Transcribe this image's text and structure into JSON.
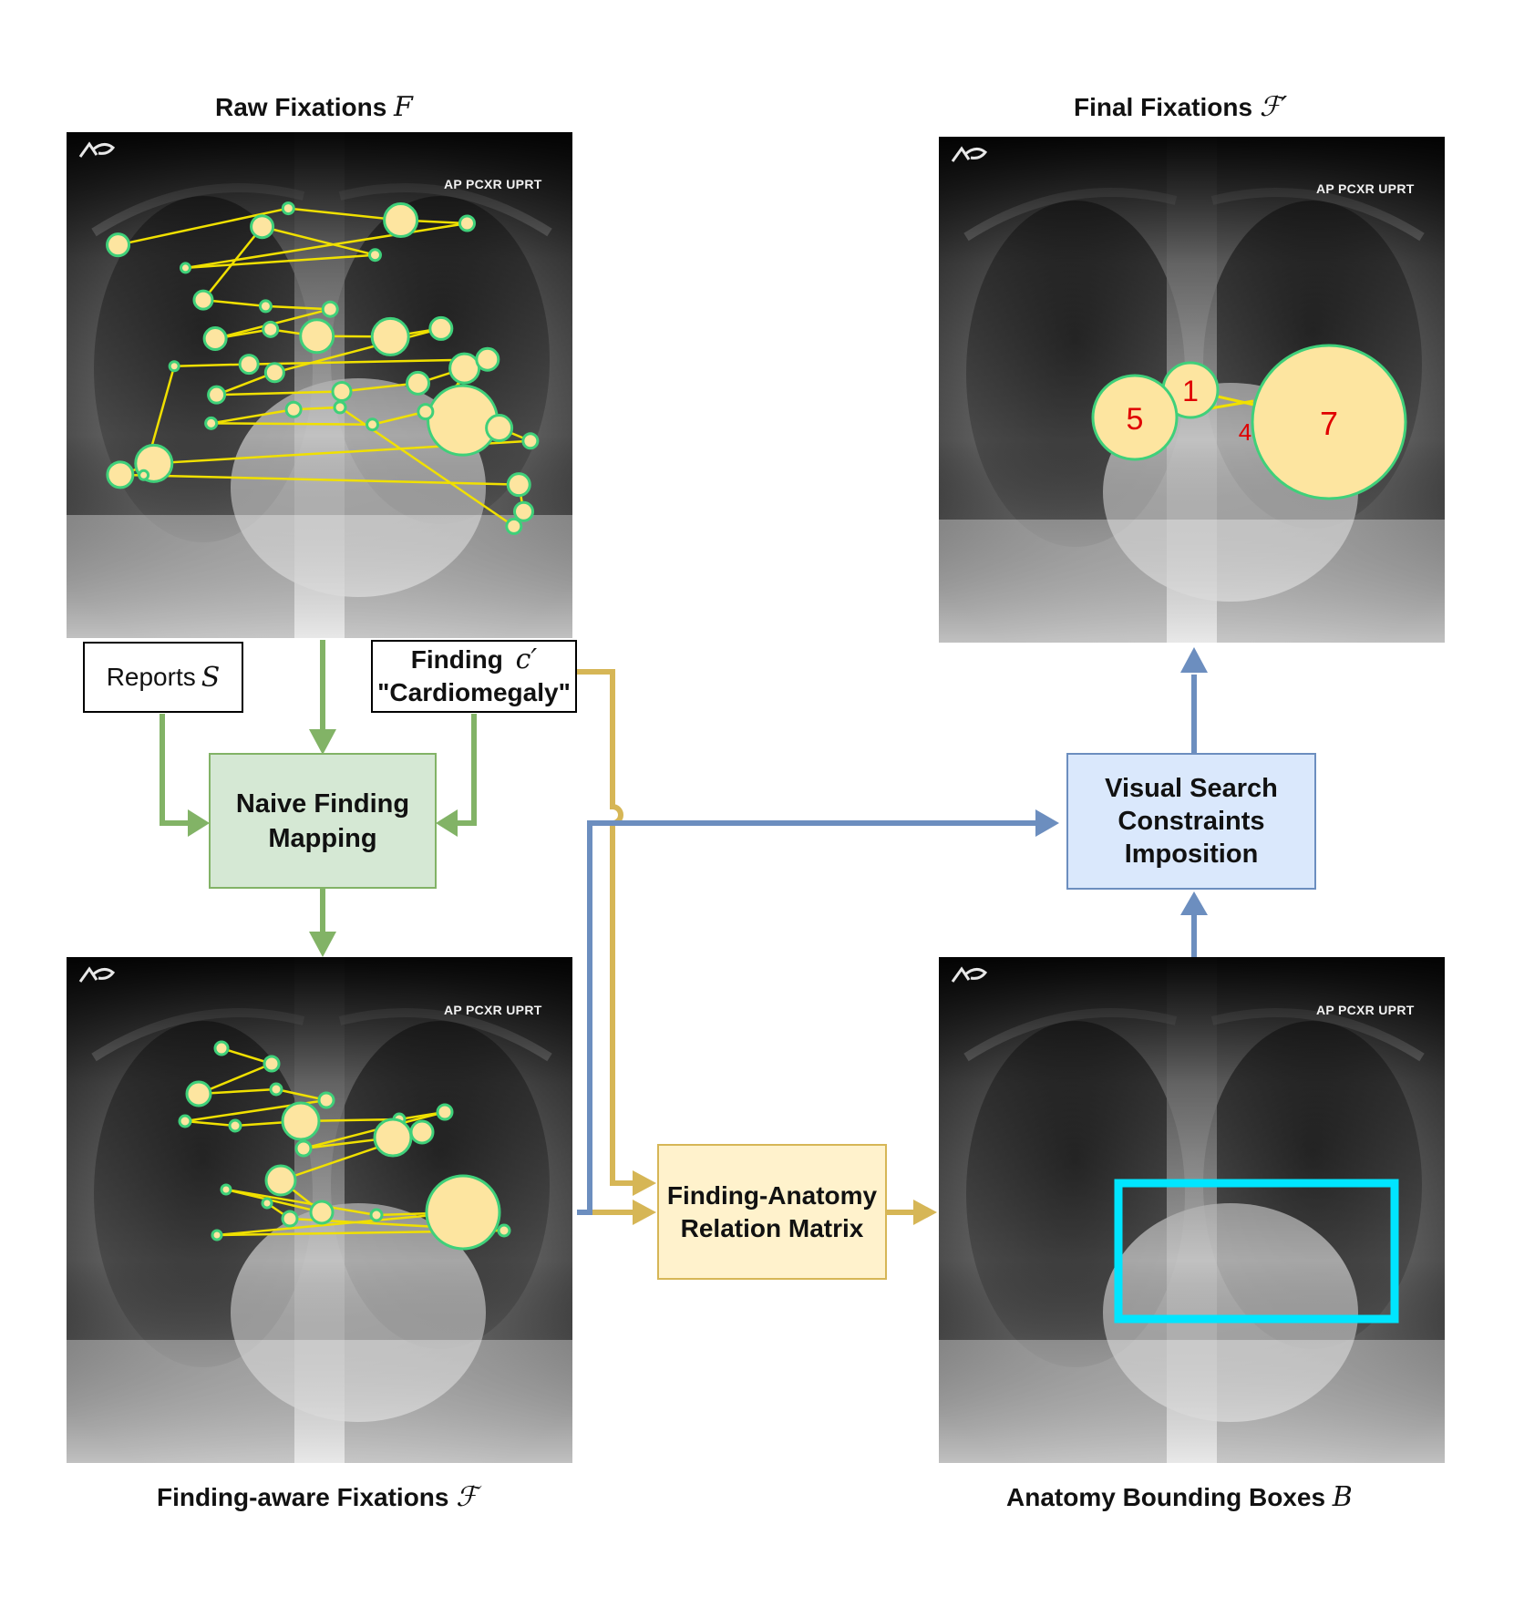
{
  "titles": {
    "raw": {
      "text": "Raw Fixations ",
      "symbol": "F"
    },
    "final": {
      "text": "Final Fixations ",
      "symbol": "ℱ′"
    },
    "finding_aware": {
      "text": "Finding-aware Fixations ",
      "symbol": "ℱ"
    },
    "anatomy": {
      "text": "Anatomy Bounding Boxes ",
      "symbol": "B"
    }
  },
  "xray_label": "AP PCXR UPRT",
  "boxes": {
    "reports": {
      "text": "Reports ",
      "symbol": "S"
    },
    "finding": {
      "line1": "Finding ",
      "symbol": "c′",
      "line2": "\"Cardiomegaly\""
    },
    "naive": {
      "line1": "Naive Finding",
      "line2": "Mapping"
    },
    "visual": {
      "line1": "Visual Search",
      "line2": "Constraints",
      "line3": "Imposition"
    },
    "relation": {
      "line1": "Finding-Anatomy",
      "line2": "Relation Matrix"
    }
  },
  "final_fixation_numbers": [
    "1",
    "5",
    "4",
    "7"
  ],
  "colors": {
    "green_arrow": "#82b366",
    "blue_arrow": "#6c8ebf",
    "gold_arrow": "#d6b656",
    "naive_fill": "#d5e8d4",
    "visual_fill": "#dae8fc",
    "relation_fill": "#fff2cc",
    "fixation_fill": "#fde5a0",
    "fixation_stroke": "#3fd07a",
    "saccade": "#f0e000",
    "bbox": "#00e5ff",
    "number_color": "#e00000"
  }
}
